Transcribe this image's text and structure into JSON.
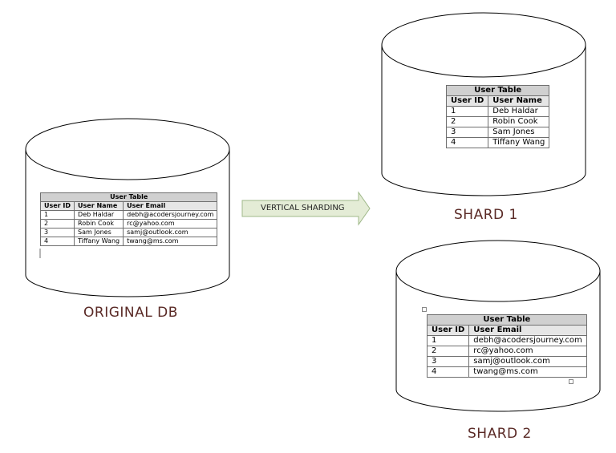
{
  "arrow_label": "VERTICAL SHARDING",
  "original": {
    "label": "ORIGINAL DB",
    "table_title": "User Table",
    "headers": [
      "User ID",
      "User Name",
      "User Email"
    ],
    "rows": [
      [
        "1",
        "Deb Haldar",
        "debh@acodersjourney.com"
      ],
      [
        "2",
        "Robin Cook",
        "rc@yahoo.com"
      ],
      [
        "3",
        "Sam Jones",
        "samj@outlook.com"
      ],
      [
        "4",
        "Tiffany Wang",
        "twang@ms.com"
      ]
    ]
  },
  "shard1": {
    "label": "SHARD 1",
    "table_title": "User Table",
    "headers": [
      "User ID",
      "User Name"
    ],
    "rows": [
      [
        "1",
        "Deb Haldar"
      ],
      [
        "2",
        "Robin Cook"
      ],
      [
        "3",
        "Sam Jones"
      ],
      [
        "4",
        "Tiffany Wang"
      ]
    ]
  },
  "shard2": {
    "label": "SHARD 2",
    "table_title": "User Table",
    "headers": [
      "User ID",
      "User Email"
    ],
    "rows": [
      [
        "1",
        "debh@acodersjourney.com"
      ],
      [
        "2",
        "rc@yahoo.com"
      ],
      [
        "3",
        "samj@outlook.com"
      ],
      [
        "4",
        "twang@ms.com"
      ]
    ]
  },
  "colors": {
    "label": "#5a2a26",
    "arrow_fill": "#e4ecd6",
    "arrow_stroke": "#9fb889",
    "cylinder_stroke": "#000000"
  }
}
